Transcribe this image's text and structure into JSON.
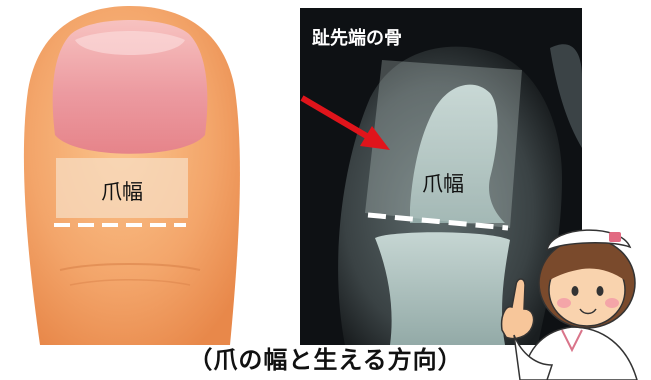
{
  "toe_illustration": {
    "nail_width_label": "爪幅"
  },
  "xray": {
    "title": "趾先端の骨",
    "nail_width_label": "爪幅"
  },
  "caption": "（爪の幅と生える方向）",
  "colors": {
    "skin": "#f3a76a",
    "nail": "#e98f95",
    "arrow": "#e0141b",
    "dashed_line": "#ffffff",
    "xray_bone": "#b8ccc9"
  }
}
